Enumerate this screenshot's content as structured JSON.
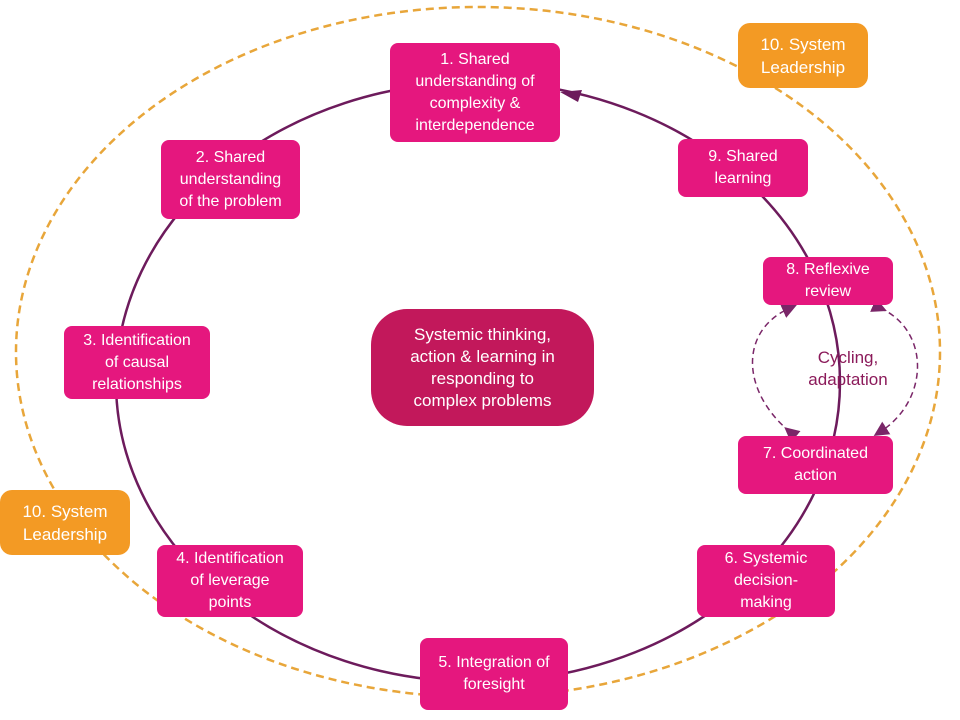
{
  "diagram": {
    "center_label": "Systemic thinking,\naction & learning in\nresponding to\ncomplex problems",
    "steps": [
      {
        "label": "1. Shared\nunderstanding of\ncomplexity &\ninterdependence"
      },
      {
        "label": "2. Shared\nunderstanding\nof the problem"
      },
      {
        "label": "3. Identification\nof causal\nrelationships"
      },
      {
        "label": "4. Identification\nof leverage\npoints"
      },
      {
        "label": "5. Integration of\nforesight"
      },
      {
        "label": "6. Systemic\ndecision-\nmaking"
      },
      {
        "label": "7. Coordinated\naction"
      },
      {
        "label": "8. Reflexive\nreview"
      },
      {
        "label": "9. Shared\nlearning"
      }
    ],
    "leadership": [
      {
        "label": "10. System\nLeadership"
      },
      {
        "label": "10. System\nLeadership"
      }
    ],
    "cycle_note": "Cycling,\nadaptation",
    "colors": {
      "step_box": "#e5177e",
      "center_box": "#c2185b",
      "leadership_box": "#f39a24",
      "cycle_line": "#6d1b5c",
      "dashed_outer": "#e8a63a"
    }
  }
}
